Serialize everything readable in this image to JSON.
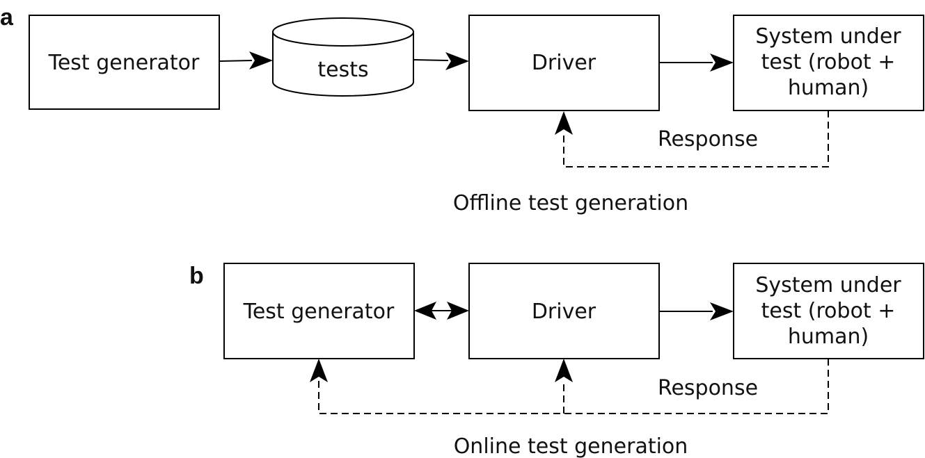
{
  "panel_a": {
    "letter": "a",
    "test_generator": "Test generator",
    "tests": "tests",
    "driver": "Driver",
    "sut_line1": "System under",
    "sut_line2": "test (robot +",
    "sut_line3": "human)",
    "response": "Response",
    "caption": "Offline test generation"
  },
  "panel_b": {
    "letter": "b",
    "test_generator": "Test generator",
    "driver": "Driver",
    "sut_line1": "System under",
    "sut_line2": "test (robot +",
    "sut_line3": "human)",
    "response": "Response",
    "caption": "Online test generation"
  }
}
